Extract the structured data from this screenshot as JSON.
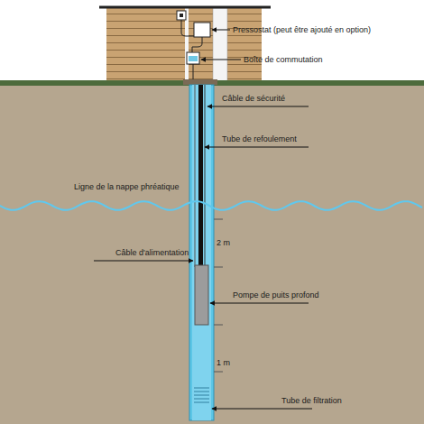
{
  "diagram": {
    "labels": [
      "Pressostat (peut être ajouté en option)",
      "Boîte de commutation",
      "Câble de sécurité",
      "Tube de refoulement",
      "Ligne de la nappe phréatique",
      "Câble d'alimentation",
      "2 m",
      "Pompe de puits profond",
      "1 m",
      "Tube de filtration"
    ]
  }
}
